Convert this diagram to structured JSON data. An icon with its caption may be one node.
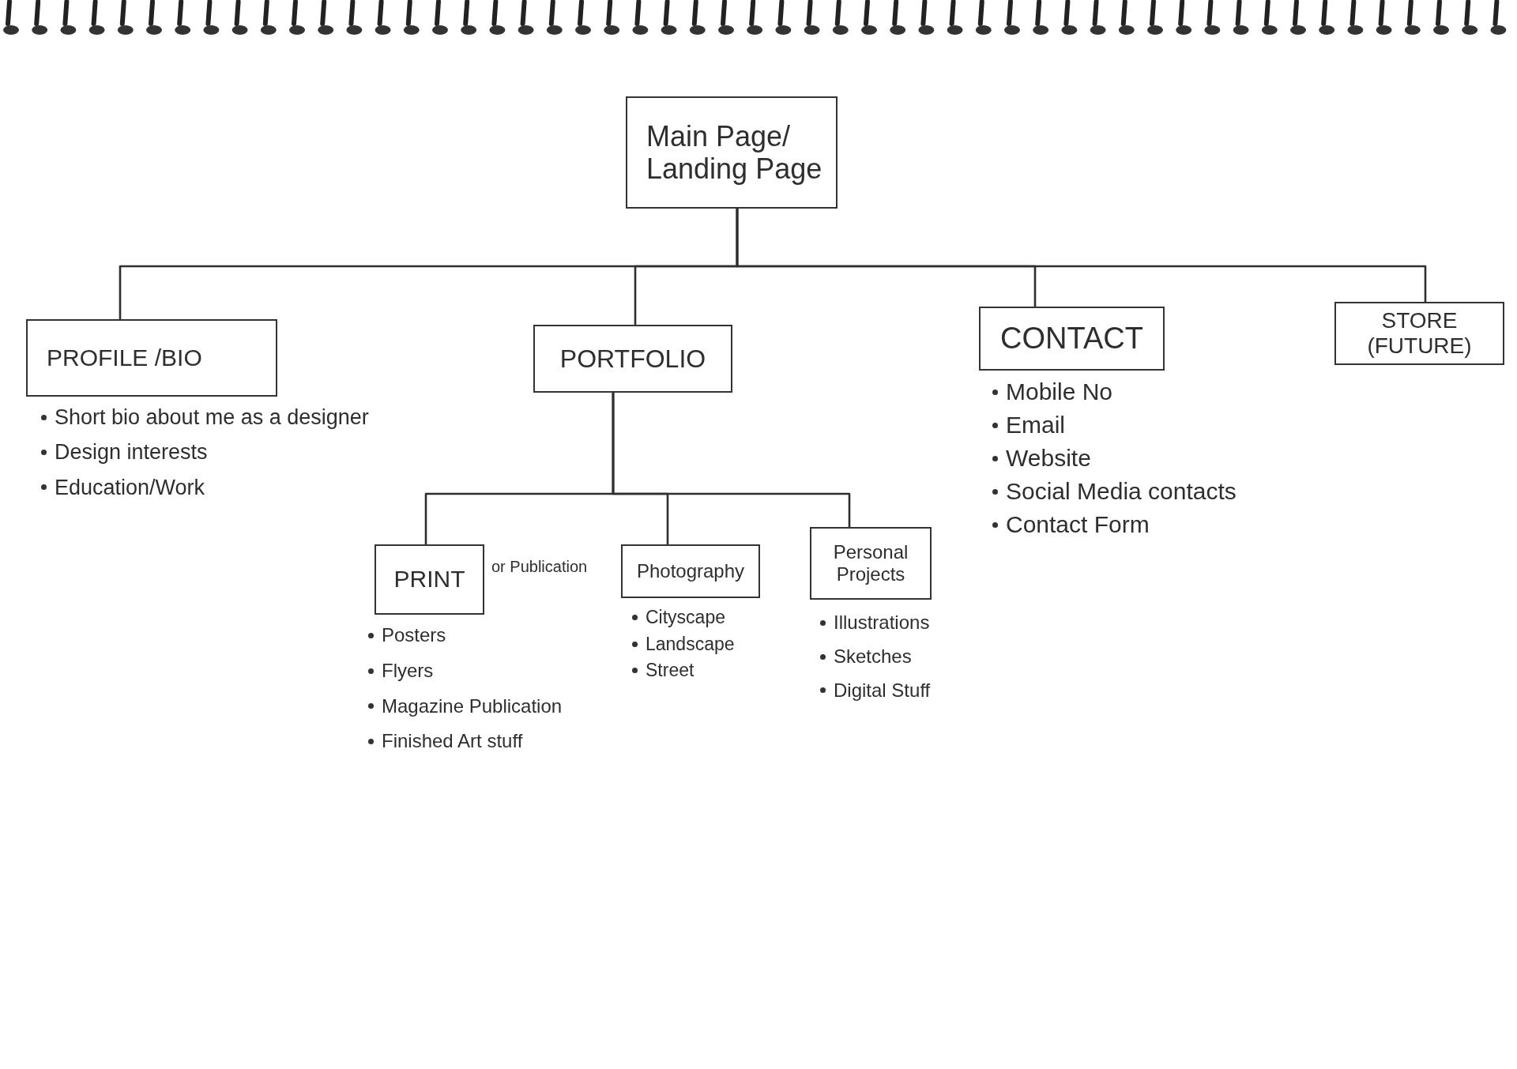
{
  "diagram": {
    "nodes": [
      {
        "text": [
          "Main Page/ Landing Page"
        ]
      },
      {
        "text": [
          "PROFILE /BIO"
        ],
        "beside": [
          "Short bio about me as a designer",
          "Design interests",
          "Education/Work"
        ]
      },
      {
        "text": [
          "PORTFOLIO"
        ]
      },
      {
        "text": [
          "CONTACT"
        ],
        "beside": [
          "Mobile No",
          "Email",
          "Website",
          "Social Media contacts",
          "Contact Form"
        ]
      },
      {
        "text": [
          "STORE (FUTURE)"
        ]
      },
      {
        "text": [
          "PRINT"
        ],
        "beside": [
          "or Publication",
          "Posters",
          "Flyers",
          "Magazine Publication",
          "Finished Art stuff"
        ]
      },
      {
        "text": [
          "Photography"
        ],
        "beside": [
          "Cityscape",
          "Landscape",
          "Street"
        ]
      },
      {
        "text": [
          "Personal Projects"
        ],
        "beside": [
          "Illustrations",
          "Sketches",
          "Digital Stuff"
        ]
      }
    ],
    "edges": [
      {
        "from": 0,
        "to": 1,
        "arrow": "none"
      },
      {
        "from": 0,
        "to": 2,
        "arrow": "none"
      },
      {
        "from": 0,
        "to": 3,
        "arrow": "none"
      },
      {
        "from": 0,
        "to": 4,
        "arrow": "none"
      },
      {
        "from": 2,
        "to": 5,
        "arrow": "none"
      },
      {
        "from": 2,
        "to": 6,
        "arrow": "none"
      },
      {
        "from": 2,
        "to": 7,
        "arrow": "none"
      }
    ]
  }
}
